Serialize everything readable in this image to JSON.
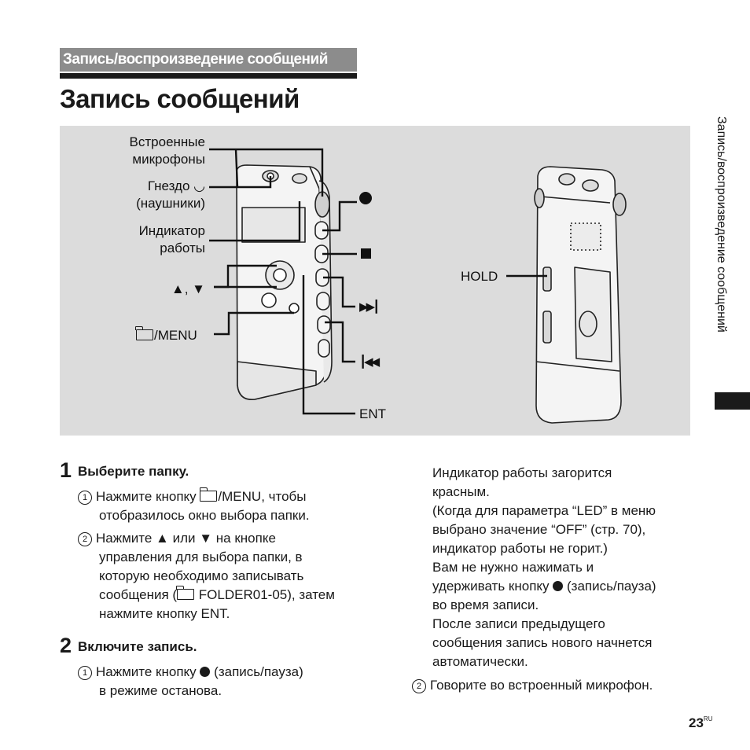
{
  "header": {
    "section": "Запись/воспроизведение сообщений",
    "title": "Запись сообщений"
  },
  "figure": {
    "labels": {
      "mics_line1": "Встроенные",
      "mics_line2": "микрофоны",
      "jack_line1": "Гнездо",
      "jack_line2": "(наушники)",
      "led_line1": "Индикатор",
      "led_line2": "работы",
      "updown": "▲, ▼",
      "menu": "/MENU",
      "hold": "HOLD",
      "ent": "ENT"
    }
  },
  "side_tab": "Запись/воспроизведение сообщений",
  "step1": {
    "number": "1",
    "title": "Выберите папку.",
    "sub1_num": "1",
    "sub1_a": "Нажмите кнопку",
    "sub1_b": "/MENU, чтобы",
    "sub1_c": "отобразилось окно выбора папки.",
    "sub2_num": "2",
    "sub2_a": "Нажмите ▲ или ▼ на кнопке",
    "sub2_b": "управления для выбора папки, в",
    "sub2_c": "которую необходимо записывать",
    "sub2_d1": "сообщения (",
    "sub2_d2": "FOLDER01-05), затем",
    "sub2_e": "нажмите кнопку ENT."
  },
  "step2": {
    "number": "2",
    "title": "Включите запись.",
    "sub1_num": "1",
    "sub1_a": "Нажмите кнопку",
    "sub1_b": "(запись/пауза)",
    "sub1_c": "в режиме останова."
  },
  "right_col": {
    "l1": "Индикатор работы загорится",
    "l2": "красным.",
    "l3": "(Когда для параметра “LED” в меню",
    "l4": "выбрано значение “OFF” (стр. 70),",
    "l5": "индикатор работы не горит.)",
    "l6": "Вам не нужно нажимать и",
    "l7a": "удерживать кнопку",
    "l7b": "(запись/пауза)",
    "l8": "во время записи.",
    "l9": "После записи предыдущего",
    "l10": "сообщения запись нового начнется",
    "l11": "автоматически.",
    "sub2_num": "2",
    "sub2": "Говорите во встроенный микрофон."
  },
  "footer": {
    "page": "23",
    "lang": "RU"
  }
}
